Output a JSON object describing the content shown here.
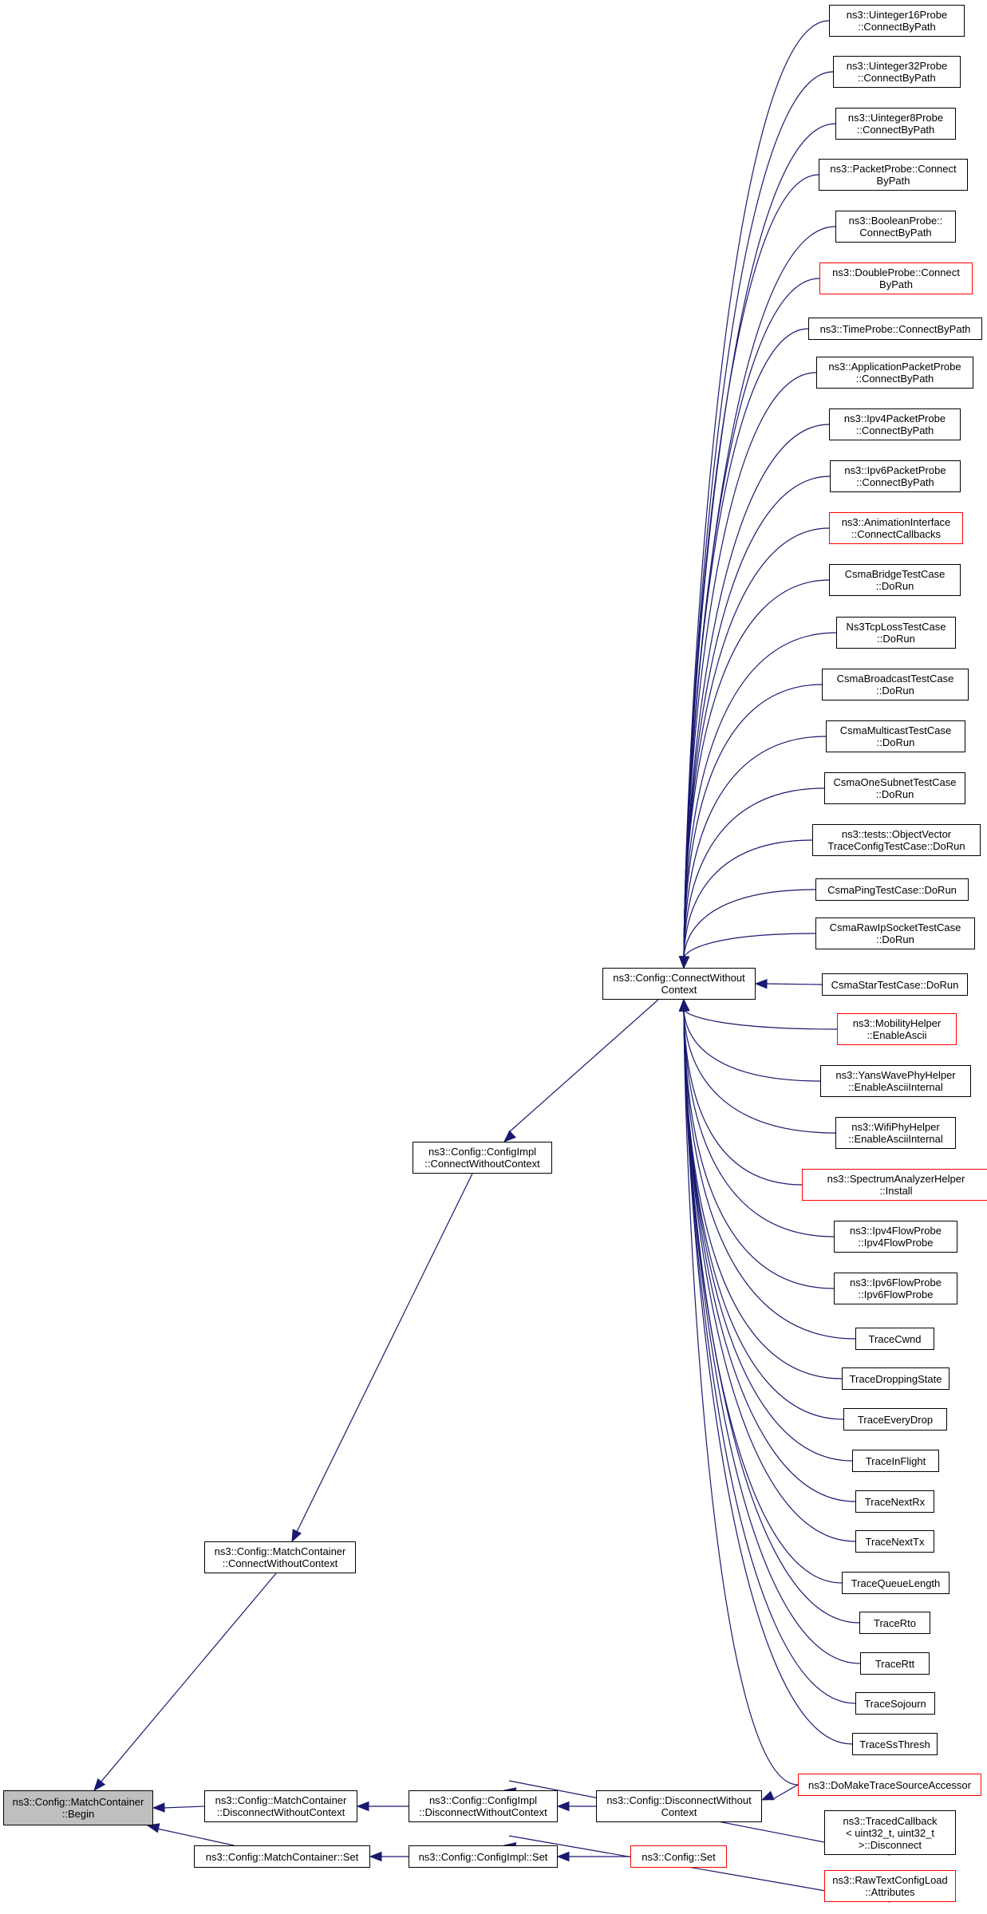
{
  "nodes": [
    {
      "id": "begin",
      "label": "ns3::Config::MatchContainer\n::Begin",
      "style": "focus"
    },
    {
      "id": "mc_cwc",
      "label": "ns3::Config::MatchContainer\n::ConnectWithoutContext",
      "style": "normal"
    },
    {
      "id": "mc_dwc",
      "label": "ns3::Config::MatchContainer\n::DisconnectWithoutContext",
      "style": "normal"
    },
    {
      "id": "mc_set",
      "label": "ns3::Config::MatchContainer::Set",
      "style": "normal"
    },
    {
      "id": "ci_cwc",
      "label": "ns3::Config::ConfigImpl\n::ConnectWithoutContext",
      "style": "normal"
    },
    {
      "id": "ci_dwc",
      "label": "ns3::Config::ConfigImpl\n::DisconnectWithoutContext",
      "style": "normal"
    },
    {
      "id": "ci_set",
      "label": "ns3::Config::ConfigImpl::Set",
      "style": "normal"
    },
    {
      "id": "c_cwc",
      "label": "ns3::Config::ConnectWithout\nContext",
      "style": "normal"
    },
    {
      "id": "c_dwc",
      "label": "ns3::Config::DisconnectWithout\nContext",
      "style": "normal"
    },
    {
      "id": "c_set",
      "label": "ns3::Config::Set",
      "style": "red"
    },
    {
      "id": "t0",
      "label": "ns3::Uinteger16Probe\n::ConnectByPath",
      "style": "normal"
    },
    {
      "id": "t1",
      "label": "ns3::Uinteger32Probe\n::ConnectByPath",
      "style": "normal"
    },
    {
      "id": "t2",
      "label": "ns3::Uinteger8Probe\n::ConnectByPath",
      "style": "normal"
    },
    {
      "id": "t3",
      "label": "ns3::PacketProbe::Connect\nByPath",
      "style": "normal"
    },
    {
      "id": "t4",
      "label": "ns3::BooleanProbe::\nConnectByPath",
      "style": "normal"
    },
    {
      "id": "t5",
      "label": "ns3::DoubleProbe::Connect\nByPath",
      "style": "red"
    },
    {
      "id": "t6",
      "label": "ns3::TimeProbe::ConnectByPath",
      "style": "normal"
    },
    {
      "id": "t7",
      "label": "ns3::ApplicationPacketProbe\n::ConnectByPath",
      "style": "normal"
    },
    {
      "id": "t8",
      "label": "ns3::Ipv4PacketProbe\n::ConnectByPath",
      "style": "normal"
    },
    {
      "id": "t9",
      "label": "ns3::Ipv6PacketProbe\n::ConnectByPath",
      "style": "normal"
    },
    {
      "id": "t10",
      "label": "ns3::AnimationInterface\n::ConnectCallbacks",
      "style": "red"
    },
    {
      "id": "t11",
      "label": "CsmaBridgeTestCase\n::DoRun",
      "style": "normal"
    },
    {
      "id": "t12",
      "label": "Ns3TcpLossTestCase\n::DoRun",
      "style": "normal"
    },
    {
      "id": "t13",
      "label": "CsmaBroadcastTestCase\n::DoRun",
      "style": "normal"
    },
    {
      "id": "t14",
      "label": "CsmaMulticastTestCase\n::DoRun",
      "style": "normal"
    },
    {
      "id": "t15",
      "label": "CsmaOneSubnetTestCase\n::DoRun",
      "style": "normal"
    },
    {
      "id": "t16",
      "label": "ns3::tests::ObjectVector\nTraceConfigTestCase::DoRun",
      "style": "normal"
    },
    {
      "id": "t17",
      "label": "CsmaPingTestCase::DoRun",
      "style": "normal"
    },
    {
      "id": "t18",
      "label": "CsmaRawIpSocketTestCase\n::DoRun",
      "style": "normal"
    },
    {
      "id": "t19",
      "label": "CsmaStarTestCase::DoRun",
      "style": "normal"
    },
    {
      "id": "t20",
      "label": "ns3::MobilityHelper\n::EnableAscii",
      "style": "red"
    },
    {
      "id": "t21",
      "label": "ns3::YansWavePhyHelper\n::EnableAsciiInternal",
      "style": "normal"
    },
    {
      "id": "t22",
      "label": "ns3::WifiPhyHelper\n::EnableAsciiInternal",
      "style": "normal"
    },
    {
      "id": "t23",
      "label": "ns3::SpectrumAnalyzerHelper\n::Install",
      "style": "red"
    },
    {
      "id": "t24",
      "label": "ns3::Ipv4FlowProbe\n::Ipv4FlowProbe",
      "style": "normal"
    },
    {
      "id": "t25",
      "label": "ns3::Ipv6FlowProbe\n::Ipv6FlowProbe",
      "style": "normal"
    },
    {
      "id": "t26",
      "label": "TraceCwnd",
      "style": "normal"
    },
    {
      "id": "t27",
      "label": "TraceDroppingState",
      "style": "normal"
    },
    {
      "id": "t28",
      "label": "TraceEveryDrop",
      "style": "normal"
    },
    {
      "id": "t29",
      "label": "TraceInFlight",
      "style": "normal"
    },
    {
      "id": "t30",
      "label": "TraceNextRx",
      "style": "normal"
    },
    {
      "id": "t31",
      "label": "TraceNextTx",
      "style": "normal"
    },
    {
      "id": "t32",
      "label": "TraceQueueLength",
      "style": "normal"
    },
    {
      "id": "t33",
      "label": "TraceRto",
      "style": "normal"
    },
    {
      "id": "t34",
      "label": "TraceRtt",
      "style": "normal"
    },
    {
      "id": "t35",
      "label": "TraceSojourn",
      "style": "normal"
    },
    {
      "id": "t36",
      "label": "TraceSsThresh",
      "style": "normal"
    },
    {
      "id": "d0",
      "label": "ns3::DoMakeTraceSourceAccessor",
      "style": "red"
    },
    {
      "id": "d1",
      "label": "ns3::TracedCallback\n< uint32_t, uint32_t\n>::Disconnect",
      "style": "normal"
    },
    {
      "id": "s0",
      "label": "ns3::RawTextConfigLoad\n::Attributes",
      "style": "red"
    }
  ],
  "edges": [
    [
      "mc_cwc",
      "begin"
    ],
    [
      "mc_dwc",
      "begin"
    ],
    [
      "mc_set",
      "begin"
    ],
    [
      "ci_cwc",
      "mc_cwc"
    ],
    [
      "ci_dwc",
      "mc_dwc"
    ],
    [
      "ci_set",
      "mc_set"
    ],
    [
      "c_cwc",
      "ci_cwc"
    ],
    [
      "c_dwc",
      "ci_dwc"
    ],
    [
      "c_set",
      "ci_set"
    ],
    [
      "t0",
      "c_cwc"
    ],
    [
      "t1",
      "c_cwc"
    ],
    [
      "t2",
      "c_cwc"
    ],
    [
      "t3",
      "c_cwc"
    ],
    [
      "t4",
      "c_cwc"
    ],
    [
      "t5",
      "c_cwc"
    ],
    [
      "t6",
      "c_cwc"
    ],
    [
      "t7",
      "c_cwc"
    ],
    [
      "t8",
      "c_cwc"
    ],
    [
      "t9",
      "c_cwc"
    ],
    [
      "t10",
      "c_cwc"
    ],
    [
      "t11",
      "c_cwc"
    ],
    [
      "t12",
      "c_cwc"
    ],
    [
      "t13",
      "c_cwc"
    ],
    [
      "t14",
      "c_cwc"
    ],
    [
      "t15",
      "c_cwc"
    ],
    [
      "t16",
      "c_cwc"
    ],
    [
      "t17",
      "c_cwc"
    ],
    [
      "t18",
      "c_cwc"
    ],
    [
      "t19",
      "c_cwc"
    ],
    [
      "t20",
      "c_cwc"
    ],
    [
      "t21",
      "c_cwc"
    ],
    [
      "t22",
      "c_cwc"
    ],
    [
      "t23",
      "c_cwc"
    ],
    [
      "t24",
      "c_cwc"
    ],
    [
      "t25",
      "c_cwc"
    ],
    [
      "t26",
      "c_cwc"
    ],
    [
      "t27",
      "c_cwc"
    ],
    [
      "t28",
      "c_cwc"
    ],
    [
      "t29",
      "c_cwc"
    ],
    [
      "t30",
      "c_cwc"
    ],
    [
      "t31",
      "c_cwc"
    ],
    [
      "t32",
      "c_cwc"
    ],
    [
      "t33",
      "c_cwc"
    ],
    [
      "t34",
      "c_cwc"
    ],
    [
      "t35",
      "c_cwc"
    ],
    [
      "t36",
      "c_cwc"
    ],
    [
      "d0",
      "c_cwc"
    ],
    [
      "d0",
      "c_dwc"
    ],
    [
      "d1",
      "c_dwc"
    ],
    [
      "s0",
      "c_set"
    ]
  ],
  "colors": {
    "edge": "#191970",
    "node_border": "#000000",
    "node_border_red": "#ff0000",
    "focus_fill": "#bfbfbf"
  }
}
